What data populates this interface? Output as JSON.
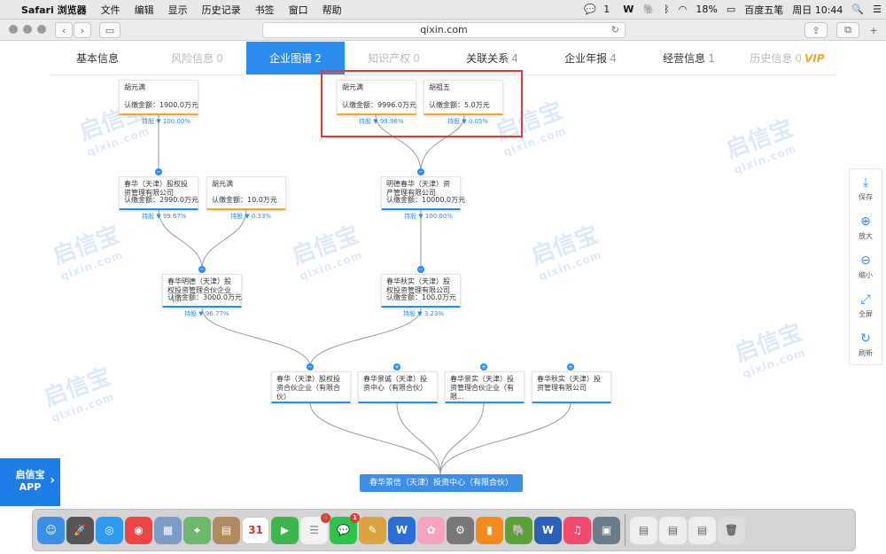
{
  "menubar": {
    "apple": "",
    "app_name": "Safari 浏览器",
    "items": [
      "文件",
      "编辑",
      "显示",
      "历史记录",
      "书签",
      "窗口",
      "帮助"
    ],
    "wechat_count": "1",
    "battery": "18%",
    "input_method": "百度五笔",
    "datetime": "周日 10:44"
  },
  "browser": {
    "url": "qixin.com"
  },
  "tabs": [
    {
      "label": "基本信息",
      "count": ""
    },
    {
      "label": "风险信息",
      "count": "0"
    },
    {
      "label": "企业图谱",
      "count": "2"
    },
    {
      "label": "知识产权",
      "count": "0"
    },
    {
      "label": "关联关系",
      "count": "4"
    },
    {
      "label": "企业年报",
      "count": "4"
    },
    {
      "label": "经营信息",
      "count": "1"
    },
    {
      "label": "历史信息",
      "count": "0",
      "badge": "VIP"
    }
  ],
  "watermark": {
    "cn": "启信宝",
    "en": "qixin.com"
  },
  "graph": {
    "n1": {
      "name": "胡元满",
      "amount": "认缴金额：1900.0万元",
      "edge": "持股",
      "pct": "100.00%"
    },
    "n2": {
      "name": "胡元满",
      "amount": "认缴金额：9996.0万元",
      "edge": "持股",
      "pct": "99.96%"
    },
    "n3": {
      "name": "胡祖五",
      "amount": "认缴金额：5.0万元",
      "edge": "持股",
      "pct": "0.05%"
    },
    "n4": {
      "name": "春华（天津）股权投资管理有限公司",
      "amount": "认缴金额：2990.0万元",
      "edge": "持股",
      "pct": "99.67%"
    },
    "n5": {
      "name": "胡元满",
      "amount": "认缴金额：10.0万元",
      "edge": "持股",
      "pct": "0.33%"
    },
    "n6": {
      "name": "明德春华（天津）资产管理有限公司",
      "amount": "认缴金额：10000.0万元",
      "edge": "持股",
      "pct": "100.00%"
    },
    "n7": {
      "name": "春华明德（天津）股权投资管理合伙企业（...",
      "amount": "认缴金额：3000.0万元",
      "edge": "持股",
      "pct": "96.77%"
    },
    "n8": {
      "name": "春华秋实（天津）股权投资管理有限公司",
      "amount": "认缴金额：100.0万元",
      "edge": "持股",
      "pct": "3.23%"
    },
    "n9": {
      "name": "春华（天津）股权投资合伙企业（有限合伙）"
    },
    "n10": {
      "name": "春华景诚（天津）投资中心（有限合伙）"
    },
    "n11": {
      "name": "春华景实（天津）投资管理合伙企业（有限..."
    },
    "n12": {
      "name": "春华秋实（天津）投资管理有限公司"
    },
    "target": "春华景信（天津）投资中心（有限合伙）"
  },
  "tools": [
    {
      "icon": "download-icon",
      "label": "保存"
    },
    {
      "icon": "zoom-in-icon",
      "label": "放大"
    },
    {
      "icon": "zoom-out-icon",
      "label": "缩小"
    },
    {
      "icon": "fullscreen-icon",
      "label": "全屏"
    },
    {
      "icon": "refresh-icon",
      "label": "刷新"
    }
  ],
  "app_promo": {
    "line1": "启信宝",
    "line2": "APP"
  },
  "dock": {
    "calendar_day": "31",
    "badges": {
      "reminders": "4",
      "wechat": "1"
    }
  }
}
